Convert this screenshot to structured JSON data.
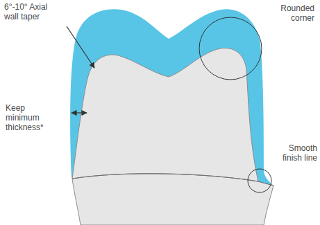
{
  "diagram": {
    "labels": [
      "6°-10° Axial wall taper",
      "Rounded corner",
      "Keep minimum thickness*",
      "Smooth finish line"
    ]
  }
}
